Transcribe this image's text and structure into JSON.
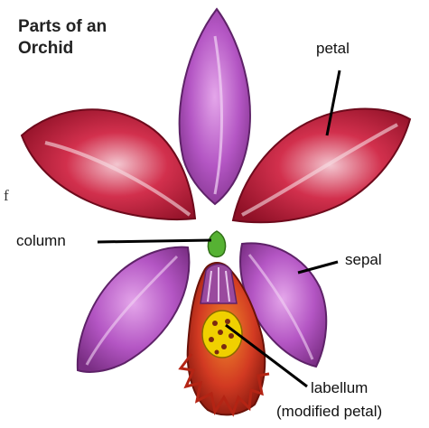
{
  "title": {
    "line1": "Parts of an",
    "line2": "Orchid"
  },
  "stray_text": "f",
  "labels": {
    "petal": "petal",
    "column": "column",
    "sepal": "sepal",
    "labellum": "labellum",
    "labellum_note": "(modified petal)"
  },
  "colors": {
    "sepal_purple": "#b456c4",
    "petal_red": "#d2304d",
    "labellum_red": "#d23a22",
    "labellum_yellow": "#f0d000",
    "column_green": "#56b233"
  }
}
